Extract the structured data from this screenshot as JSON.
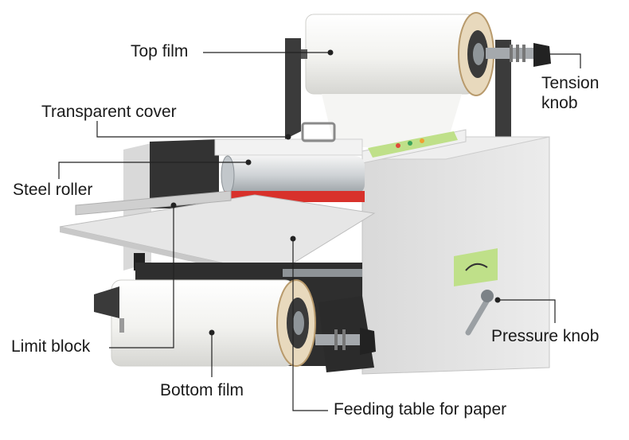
{
  "diagram": {
    "labels": {
      "top_film": "Top film",
      "tension_knob_line1": "Tension",
      "tension_knob_line2": "knob",
      "transparent_cover": "Transparent cover",
      "steel_roller": "Steel roller",
      "limit_block": "Limit block",
      "bottom_film": "Bottom film",
      "feeding_table": "Feeding table for paper",
      "pressure_knob": "Pressure knob"
    },
    "colors": {
      "machine_body": "#e3e3e3",
      "side_panel": "#3a3a3a",
      "film_roll": "#f3f3f0",
      "core": "#c9a878",
      "feed_roller": "#d8312b",
      "control_panel": "#b9e27a",
      "leader_line": "#222222"
    }
  }
}
